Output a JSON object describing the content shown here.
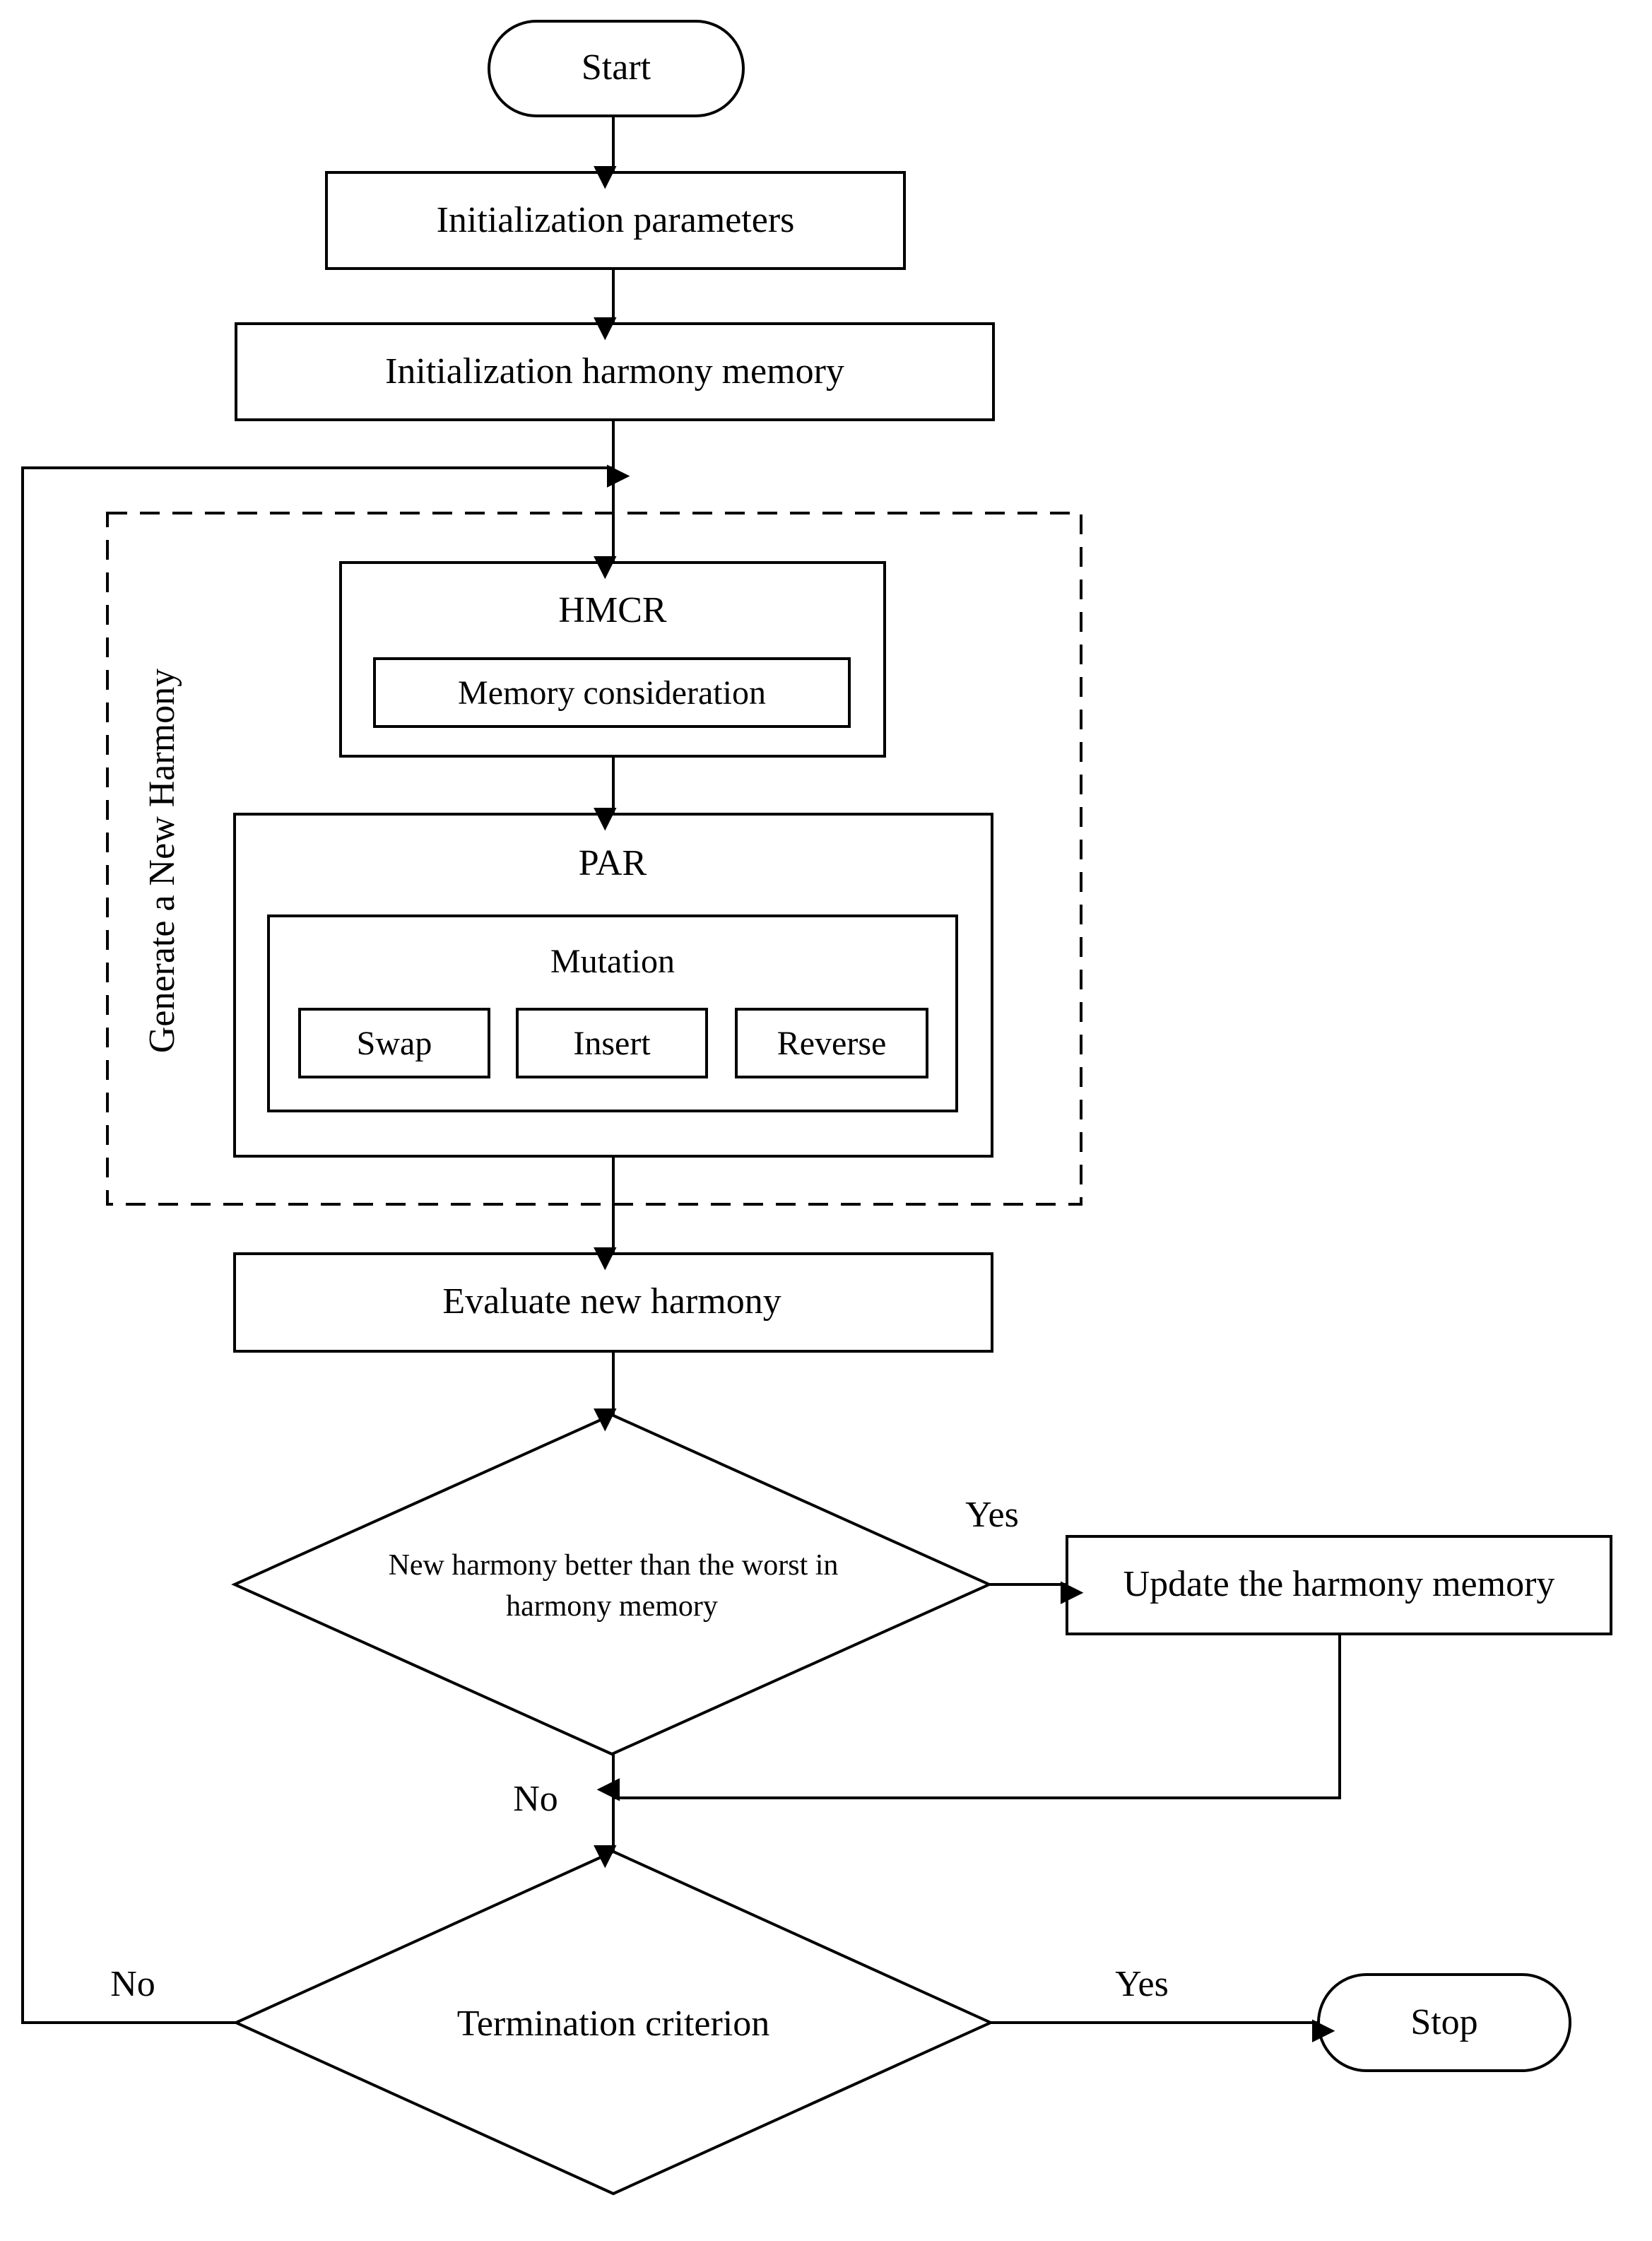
{
  "nodes": {
    "start": "Start",
    "init_params": "Initialization parameters",
    "init_hm": "Initialization harmony memory",
    "group_label": "Generate a New Harmony",
    "hmcr": "HMCR",
    "memory_consideration": "Memory consideration",
    "par": "PAR",
    "mutation": "Mutation",
    "swap": "Swap",
    "insert": "Insert",
    "reverse": "Reverse",
    "evaluate": "Evaluate new harmony",
    "decision_better_line1": "New harmony better than the worst in",
    "decision_better_line2": "harmony memory",
    "update_hm": "Update the harmony memory",
    "termination": "Termination criterion",
    "stop": "Stop"
  },
  "edge_labels": {
    "better_yes": "Yes",
    "better_no": "No",
    "termination_no": "No",
    "termination_yes": "Yes"
  }
}
